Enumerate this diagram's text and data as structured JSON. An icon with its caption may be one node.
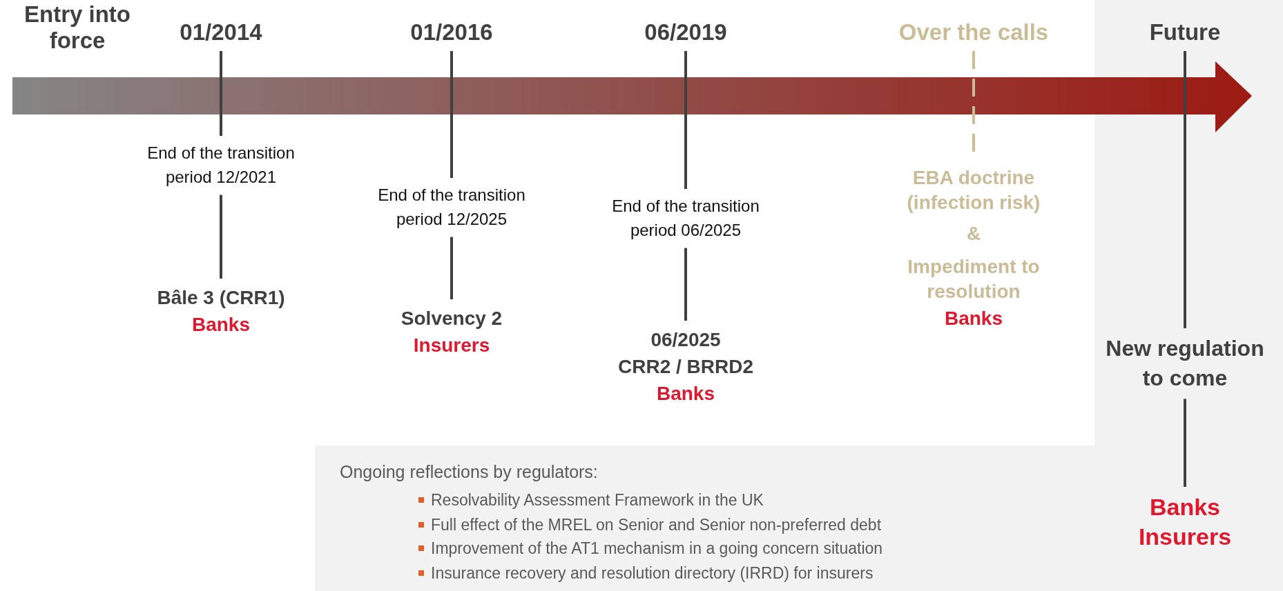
{
  "diagram": {
    "nodes": [
      {
        "text": [
          "Entry into force"
        ]
      },
      {
        "text": [
          "01/2014"
        ]
      },
      {
        "text": [
          "End of the transition period 12/2021"
        ]
      },
      {
        "text": [
          "Bâle 3 (CRR1)",
          "Banks"
        ]
      },
      {
        "text": [
          "01/2016"
        ]
      },
      {
        "text": [
          "End of the transition period 12/2025"
        ]
      },
      {
        "text": [
          "Solvency 2",
          "Insurers"
        ]
      },
      {
        "text": [
          "06/2019"
        ]
      },
      {
        "text": [
          "End of the transition period 06/2025"
        ]
      },
      {
        "text": [
          "06/2025",
          "CRR2 / BRRD2",
          "Banks"
        ]
      },
      {
        "text": [
          "Over the calls"
        ]
      },
      {
        "text": [
          "EBA doctrine (infection risk)",
          "&",
          "Impediment to resolution",
          "Banks"
        ]
      },
      {
        "text": [
          "Future"
        ]
      },
      {
        "text": [
          "New regulation to come"
        ]
      },
      {
        "text": [
          "Banks",
          "Insurers"
        ]
      },
      {
        "text": [
          "Ongoing reflections by regulators:",
          "Resolvability Assessment Framework in the UK",
          "Full effect of the MREL on Senior and Senior non-preferred debt",
          "Improvement of the AT1 mechanism in a going concern situation",
          "Insurance recovery and resolution directory (IRRD) for insurers"
        ]
      }
    ],
    "edges": [
      {
        "from": 1,
        "to": 2,
        "arrow": "none"
      },
      {
        "from": 2,
        "to": 3,
        "arrow": "none"
      },
      {
        "from": 4,
        "to": 5,
        "arrow": "none"
      },
      {
        "from": 5,
        "to": 6,
        "arrow": "none"
      },
      {
        "from": 7,
        "to": 8,
        "arrow": "none"
      },
      {
        "from": 8,
        "to": 9,
        "arrow": "none"
      },
      {
        "from": 10,
        "to": 11,
        "arrow": "none",
        "style": "dashed",
        "color": "#c9bc97"
      },
      {
        "from": 12,
        "to": 13,
        "arrow": "none"
      },
      {
        "from": 13,
        "to": 14,
        "arrow": "none"
      }
    ]
  }
}
